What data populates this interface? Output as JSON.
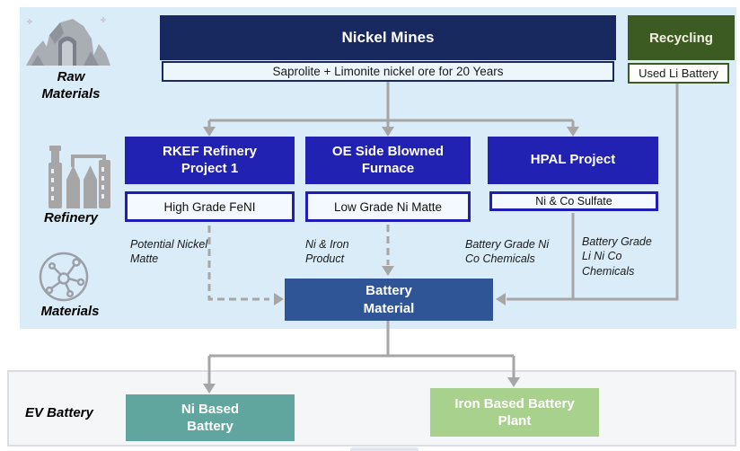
{
  "diagram": {
    "stages": {
      "raw_materials": "Raw Materials",
      "refinery": "Refinery",
      "materials": "Materials",
      "ev_battery": "EV Battery"
    },
    "sources": {
      "nickel_mines": {
        "title": "Nickel Mines",
        "note": "Saprolite + Limonite nickel ore for 20 Years"
      },
      "recycling": {
        "title": "Recycling",
        "note": "Used Li Battery"
      }
    },
    "refineries": {
      "rkef": {
        "title": "RKEF Refinery Project 1",
        "output": "High Grade FeNI"
      },
      "oe": {
        "title": "OE Side Blowned Furnace",
        "output": "Low Grade Ni Matte"
      },
      "hpal": {
        "title": "HPAL Project",
        "output": "Ni & Co Sulfate"
      }
    },
    "flows": {
      "potential_nickel_matte": "Potential Nickel Matte",
      "ni_iron_product": "Ni & Iron Product",
      "battery_grade_ni_co": "Battery Grade Ni Co Chemicals",
      "battery_grade_li_ni_co": "Battery Grade Li Ni Co Chemicals"
    },
    "battery_material": "Battery Material",
    "ev_plants": {
      "ni_based": "Ni Based Battery",
      "iron_based": "Iron Based Battery Plant"
    },
    "icons": {
      "raw_materials": "mine-icon",
      "refinery": "refinery-icon",
      "materials": "molecule-icon"
    },
    "colors": {
      "panel_blue": "#d9ecf8",
      "navy": "#17295e",
      "royal_blue": "#2121b2",
      "medium_blue": "#2f5597",
      "dark_green": "#3b5b22",
      "teal": "#60a69f",
      "light_green": "#a9d18e",
      "arrow_gray": "#a6a6a6",
      "band_gray": "#f5f6f8"
    }
  }
}
